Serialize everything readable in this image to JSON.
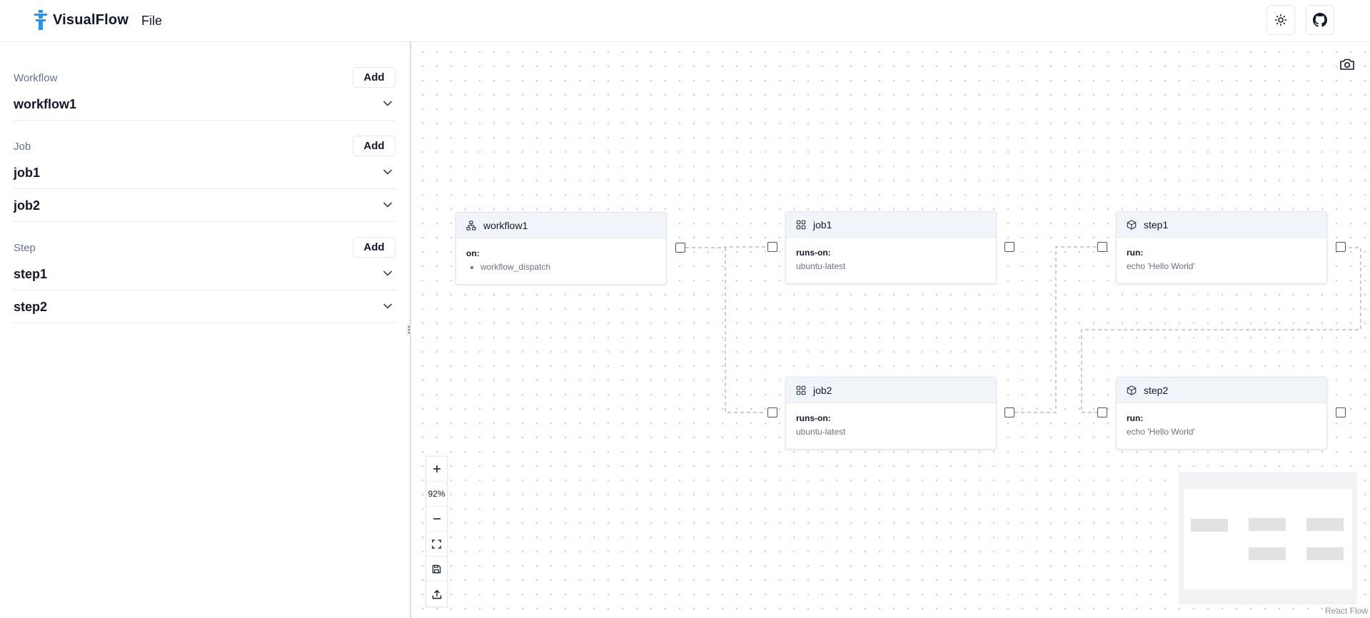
{
  "header": {
    "brand": "VisualFlow",
    "menu": {
      "file": "File"
    },
    "theme_button": {
      "icon": "sun-icon"
    },
    "github_button": {
      "icon": "github-icon"
    }
  },
  "sidebar": {
    "workflow": {
      "title": "Workflow",
      "add_label": "Add",
      "items": [
        {
          "label": "workflow1"
        }
      ]
    },
    "job": {
      "title": "Job",
      "add_label": "Add",
      "items": [
        {
          "label": "job1"
        },
        {
          "label": "job2"
        }
      ]
    },
    "step": {
      "title": "Step",
      "add_label": "Add",
      "items": [
        {
          "label": "step1"
        },
        {
          "label": "step2"
        }
      ]
    }
  },
  "canvas": {
    "nodes": {
      "workflow1": {
        "title": "workflow1",
        "icon": "workflow-icon",
        "key": "on:",
        "values": [
          "workflow_dispatch"
        ]
      },
      "job1": {
        "title": "job1",
        "icon": "grid-icon",
        "key": "runs-on:",
        "value": "ubuntu-latest"
      },
      "job2": {
        "title": "job2",
        "icon": "grid-icon",
        "key": "runs-on:",
        "value": "ubuntu-latest"
      },
      "step1": {
        "title": "step1",
        "icon": "cube-icon",
        "key": "run:",
        "value": "echo 'Hello World'"
      },
      "step2": {
        "title": "step2",
        "icon": "cube-icon",
        "key": "run:",
        "value": "echo 'Hello World'"
      }
    },
    "edges": [
      {
        "from": "workflow1",
        "to": "job1"
      },
      {
        "from": "workflow1",
        "to": "job2"
      },
      {
        "from": "job2",
        "to": "step1"
      },
      {
        "from": "step1",
        "to": "step2"
      }
    ],
    "controls": {
      "zoom_in": "plus-icon",
      "zoom_level": "92%",
      "zoom_out": "minus-icon",
      "fit_view": "fit-view-icon",
      "save": "save-icon",
      "export": "upload-icon"
    },
    "screenshot_button": "camera-icon",
    "attribution": "React Flow",
    "colors": {
      "edge": "#b8bcc2",
      "node_header": "#f1f4f8",
      "brand_logo": "#2196f3"
    }
  }
}
